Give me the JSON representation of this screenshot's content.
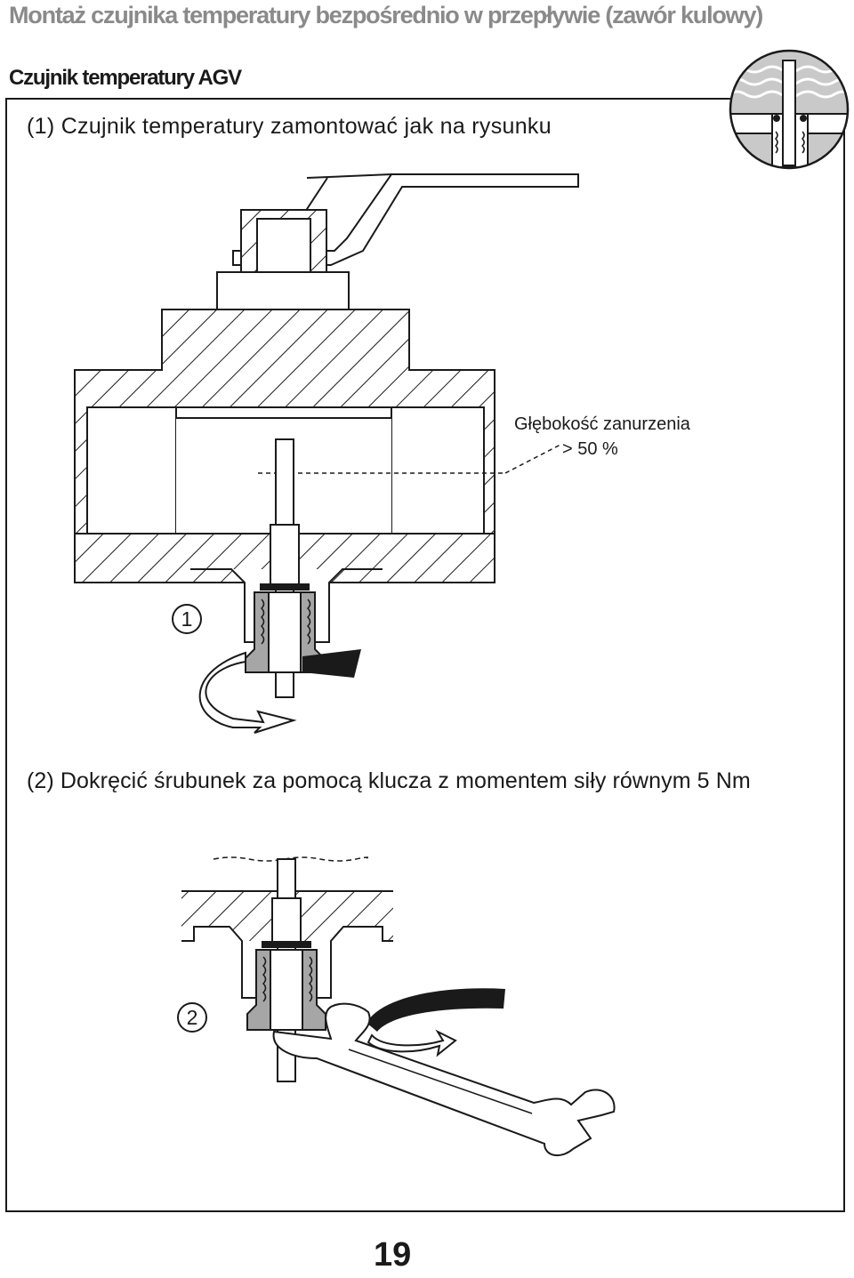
{
  "header": {
    "title": "Montaż czujnika temperatury bezpośrednio w przepływie (zawór kulowy)",
    "subtitle": "Czujnik temperatury AGV"
  },
  "steps": [
    {
      "number": "1",
      "text": "(1) Czujnik temperatury zamontować jak na rysunku"
    },
    {
      "number": "2",
      "text": "(2) Dokręcić śrubunek za pomocą klucza z momentem siły równym 5 Nm"
    }
  ],
  "annotation": {
    "depth_label": "Głębokość zanurzenia",
    "depth_value": "> 50 %"
  },
  "footer": {
    "page_number": "19"
  },
  "colors": {
    "title_gray": "#8a8a8a",
    "text": "#1a1a1a",
    "fitting_gray": "#a6a6a6",
    "detail_bg": "#c8c8c8"
  },
  "icons": [
    "detail-magnifier-icon",
    "ball-valve-drawing",
    "rotation-arrow-icon",
    "wrench-icon"
  ]
}
